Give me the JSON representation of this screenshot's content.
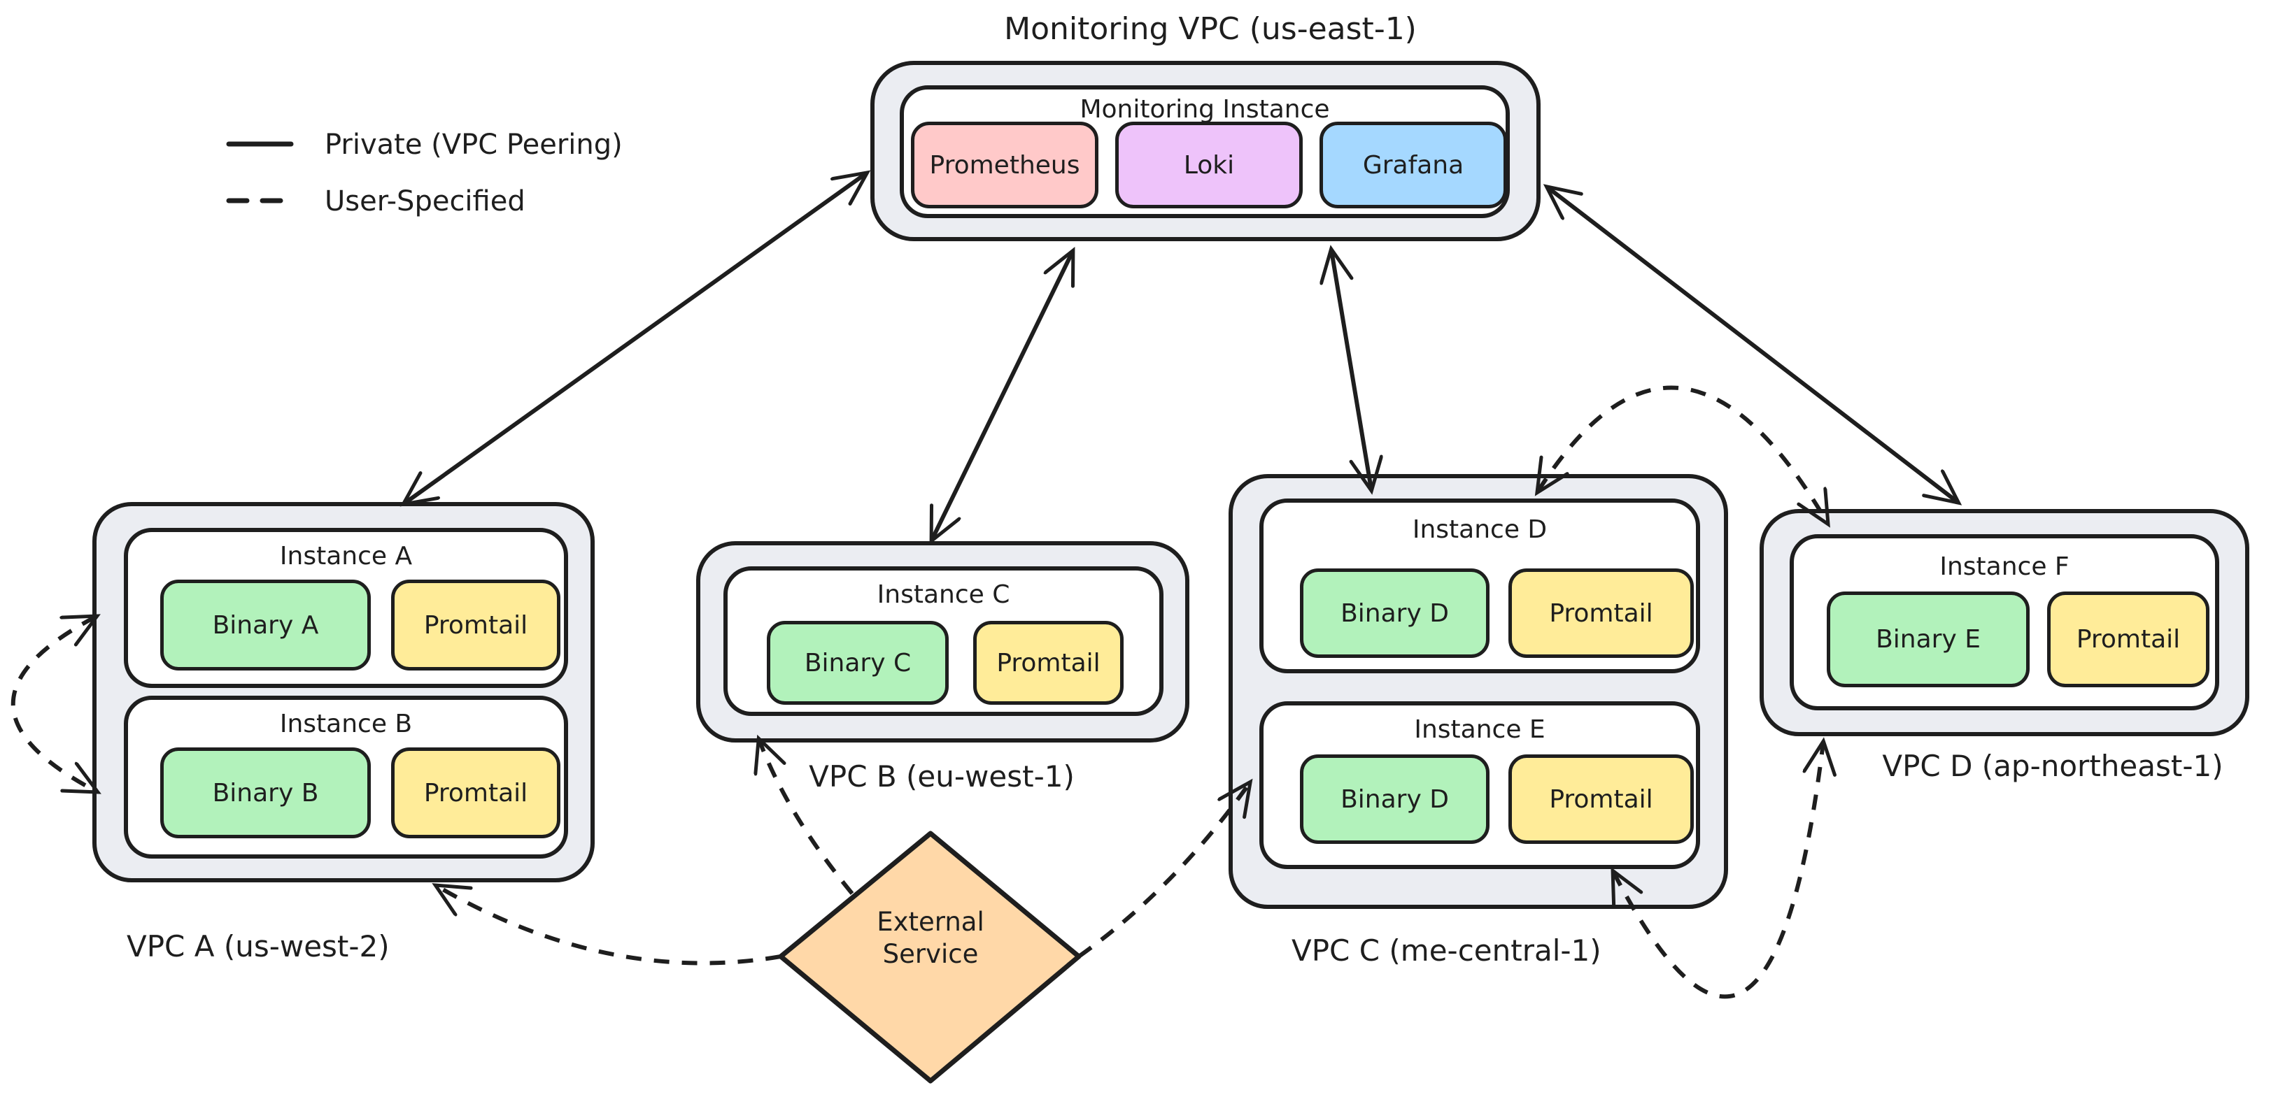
{
  "legend": {
    "items": [
      {
        "label": "Private (VPC Peering)",
        "line_style": "solid"
      },
      {
        "label": "User-Specified",
        "line_style": "dashed"
      }
    ]
  },
  "monitoring_vpc": {
    "label": "Monitoring VPC (us-east-1)",
    "instance": {
      "title": "Monitoring Instance",
      "services": [
        {
          "name": "Prometheus"
        },
        {
          "name": "Loki"
        },
        {
          "name": "Grafana"
        }
      ]
    }
  },
  "vpcs": [
    {
      "label": "VPC A (us-west-2)",
      "instances": [
        {
          "title": "Instance A",
          "components": [
            {
              "name": "Binary A"
            },
            {
              "name": "Promtail"
            }
          ]
        },
        {
          "title": "Instance B",
          "components": [
            {
              "name": "Binary B"
            },
            {
              "name": "Promtail"
            }
          ]
        }
      ]
    },
    {
      "label": "VPC B (eu-west-1)",
      "instances": [
        {
          "title": "Instance C",
          "components": [
            {
              "name": "Binary C"
            },
            {
              "name": "Promtail"
            }
          ]
        }
      ]
    },
    {
      "label": "VPC C (me-central-1)",
      "instances": [
        {
          "title": "Instance D",
          "components": [
            {
              "name": "Binary D"
            },
            {
              "name": "Promtail"
            }
          ]
        },
        {
          "title": "Instance E",
          "components": [
            {
              "name": "Binary D"
            },
            {
              "name": "Promtail"
            }
          ]
        }
      ]
    },
    {
      "label": "VPC D (ap-northeast-1)",
      "instances": [
        {
          "title": "Instance F",
          "components": [
            {
              "name": "Binary E"
            },
            {
              "name": "Promtail"
            }
          ]
        }
      ]
    }
  ],
  "external_service": {
    "label": "External Service"
  },
  "connections": [
    {
      "from": "Monitoring Instance",
      "to": "VPC A",
      "type": "Private (VPC Peering)",
      "bidirectional": true
    },
    {
      "from": "Monitoring Instance",
      "to": "VPC B",
      "type": "Private (VPC Peering)",
      "bidirectional": true
    },
    {
      "from": "Monitoring Instance",
      "to": "VPC C",
      "type": "Private (VPC Peering)",
      "bidirectional": true
    },
    {
      "from": "Monitoring Instance",
      "to": "VPC D",
      "type": "Private (VPC Peering)",
      "bidirectional": true
    },
    {
      "from": "Instance A",
      "to": "Instance B",
      "type": "User-Specified",
      "bidirectional": true
    },
    {
      "from": "External Service",
      "to": "VPC A",
      "type": "User-Specified",
      "bidirectional": false
    },
    {
      "from": "External Service",
      "to": "VPC B",
      "type": "User-Specified",
      "bidirectional": false
    },
    {
      "from": "External Service",
      "to": "VPC C (Instance E)",
      "type": "User-Specified",
      "bidirectional": false
    },
    {
      "from": "VPC C",
      "to": "VPC D",
      "type": "User-Specified",
      "bidirectional": true,
      "route": "top"
    },
    {
      "from": "VPC C",
      "to": "VPC D",
      "type": "User-Specified",
      "bidirectional": true,
      "route": "bottom"
    }
  ],
  "colors": {
    "prometheus": "#ffc9c9",
    "loki": "#eec3fa",
    "grafana": "#a5d8ff",
    "binary": "#b2f2bb",
    "promtail": "#ffec99",
    "external_service": "#ffd8a8",
    "container_fill": "#ebedf2",
    "stroke": "#1e1e1e"
  }
}
